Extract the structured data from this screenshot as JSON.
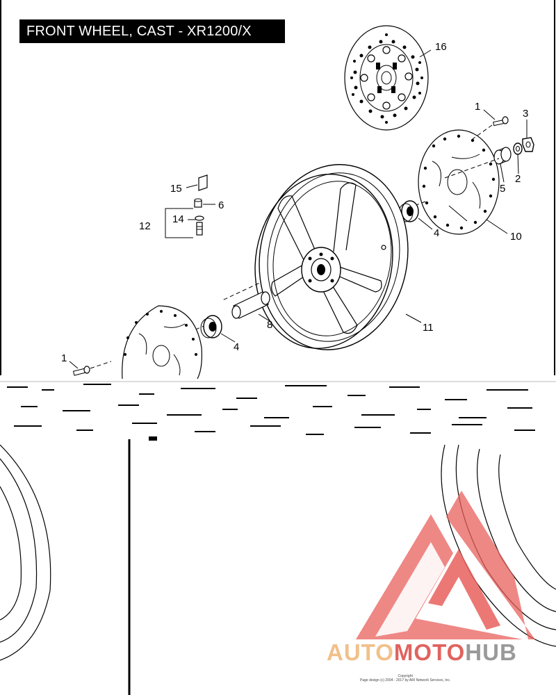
{
  "title": "FRONT WHEEL, CAST - XR1200/X",
  "callouts": [
    {
      "id": "c16",
      "label": "16"
    },
    {
      "id": "c1a",
      "label": "1"
    },
    {
      "id": "c3",
      "label": "3"
    },
    {
      "id": "c2",
      "label": "2"
    },
    {
      "id": "c5",
      "label": "5"
    },
    {
      "id": "c15",
      "label": "15"
    },
    {
      "id": "c6",
      "label": "6"
    },
    {
      "id": "c12",
      "label": "12"
    },
    {
      "id": "c14",
      "label": "14"
    },
    {
      "id": "c4a",
      "label": "4"
    },
    {
      "id": "c10",
      "label": "10"
    },
    {
      "id": "c8",
      "label": "8"
    },
    {
      "id": "c11",
      "label": "11"
    },
    {
      "id": "c4b",
      "label": "4"
    },
    {
      "id": "c1b",
      "label": "1"
    }
  ],
  "logo": {
    "part1": "AUTO",
    "part2": "MOTO",
    "part3": "HUB"
  },
  "copyright": {
    "line1": "Copyright",
    "line2": "Page design (c) 2004 - 2017 by ARI Network Services, Inc."
  },
  "colors": {
    "logo_light": "#f1c08a",
    "logo_red": "#e0635f",
    "logo_gray": "#9a9a9a",
    "triangle": "#e8605c"
  }
}
